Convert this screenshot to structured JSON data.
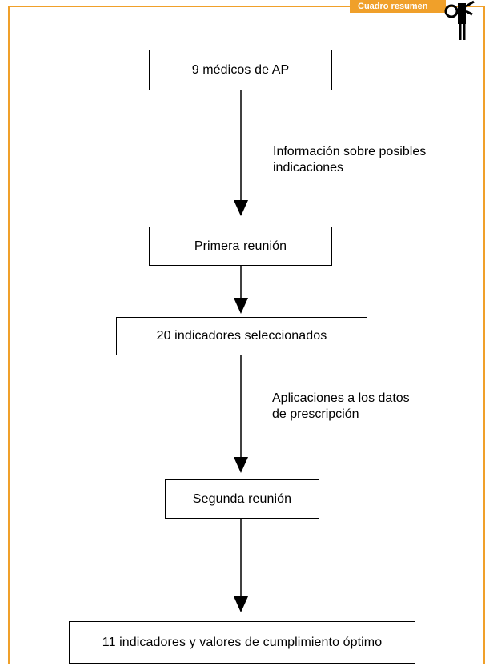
{
  "header": {
    "tag_label": "Cuadro resumen"
  },
  "colors": {
    "accent": "#F0A02A",
    "line": "#000000"
  },
  "icons": [
    "person-figure-icon"
  ],
  "flowchart": {
    "nodes": [
      {
        "id": "n1",
        "label": "9 médicos de AP"
      },
      {
        "id": "n2",
        "label": "Primera reunión"
      },
      {
        "id": "n3",
        "label": "20 indicadores seleccionados"
      },
      {
        "id": "n4",
        "label": "Segunda reunión"
      },
      {
        "id": "n5",
        "label": "11 indicadores y valores de cumplimiento óptimo"
      }
    ],
    "edge_notes": [
      {
        "from": "n1",
        "to": "n2",
        "lines": [
          "Información sobre posibles",
          "indicaciones"
        ]
      },
      {
        "from": "n3",
        "to": "n4",
        "lines": [
          "Aplicaciones a los datos",
          "de prescripción"
        ]
      }
    ]
  }
}
